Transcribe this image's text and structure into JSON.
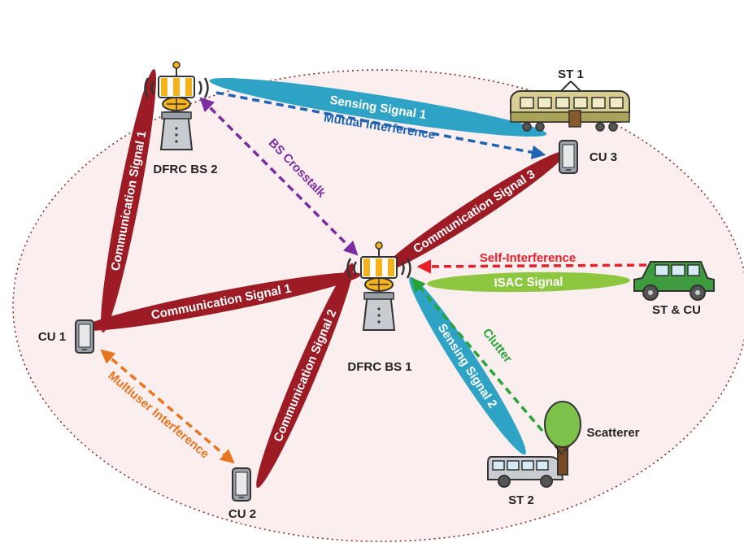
{
  "colors": {
    "area_fill": "#fbeeee",
    "area_border": "#8b1a1a",
    "comm_beam": "#9c1b24",
    "sensing_beam": "#2fa3c6",
    "isac_beam": "#8dc63f",
    "mutual_interference": "#1e64b4",
    "bs_crosstalk": "#7a2ca0",
    "self_interference": "#e8202a",
    "clutter": "#27a337",
    "multiuser_interference": "#e8741e"
  },
  "nodes": {
    "bs1": "DFRC BS 1",
    "bs2": "DFRC BS 2",
    "cu1": "CU 1",
    "cu2": "CU 2",
    "cu3": "CU 3",
    "st1": "ST 1",
    "st2": "ST 2",
    "st_cu": "ST & CU",
    "scatterer": "Scatterer"
  },
  "signals": {
    "comm_bs2_cu1": "Communication Signal 1",
    "comm_bs1_cu1": "Communication Signal 1",
    "comm_bs1_cu2": "Communication Signal 2",
    "comm_bs1_cu3": "Communication Signal 3",
    "sensing_1": "Sensing Signal 1",
    "sensing_2": "Sensing Signal 2",
    "isac": "ISAC Signal"
  },
  "interference": {
    "mutual": "Mutual Interference",
    "crosstalk": "BS Crosstalk",
    "self": "Self-Interference",
    "clutter": "Clutter",
    "multiuser": "Multiuser Interference"
  }
}
